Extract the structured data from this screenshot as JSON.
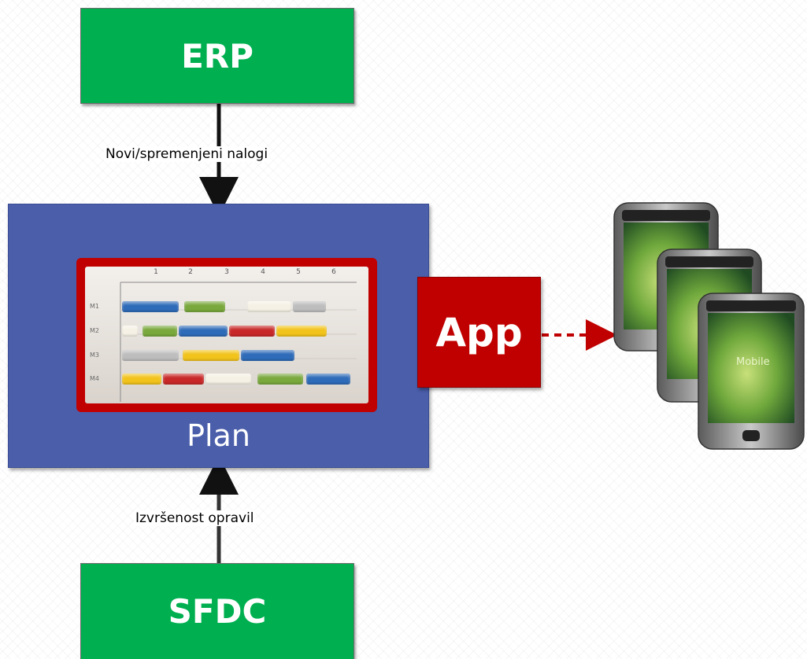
{
  "nodes": {
    "erp": "ERP",
    "plan": "Plan",
    "app": "App",
    "sfdc": "SFDC"
  },
  "edges": {
    "erp_to_plan": "Novi/spremenjeni nalogi",
    "sfdc_to_plan": "Izvršenost opravil"
  },
  "gantt": {
    "ticks": [
      "1",
      "2",
      "3",
      "4",
      "5",
      "6"
    ],
    "rows": [
      "M1",
      "M2",
      "M3",
      "M4"
    ]
  },
  "devices": {
    "screen_text": "Mobile"
  },
  "colors": {
    "node_green": "#00b050",
    "plan_blue": "#4a5eaa",
    "accent_red": "#c00000"
  }
}
